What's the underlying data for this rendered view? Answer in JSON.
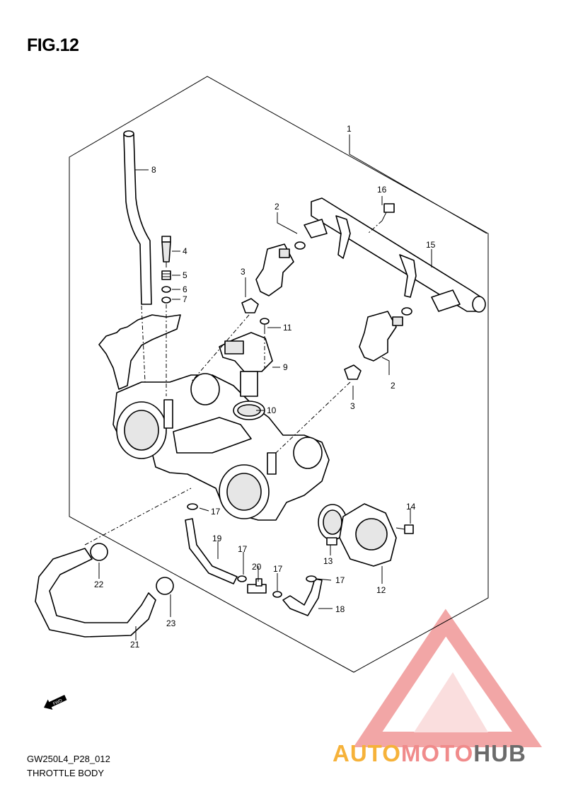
{
  "figure": {
    "title": "FIG.12",
    "code": "GW250L4_P28_012",
    "name": "THROTTLE BODY",
    "fwd_label": "FWD"
  },
  "callouts": [
    "1",
    "2",
    "3",
    "4",
    "5",
    "6",
    "7",
    "8",
    "9",
    "10",
    "11",
    "2",
    "3",
    "12",
    "13",
    "14",
    "15",
    "16",
    "17",
    "17",
    "17",
    "17",
    "18",
    "19",
    "20",
    "21",
    "22",
    "23"
  ],
  "watermark": {
    "part1": "AUTO",
    "part2": "MOTO",
    "part3": "HUB",
    "colors": {
      "yellow": "#f6b23a",
      "pink": "#f08b8b",
      "gray": "#6b6b6b"
    }
  }
}
